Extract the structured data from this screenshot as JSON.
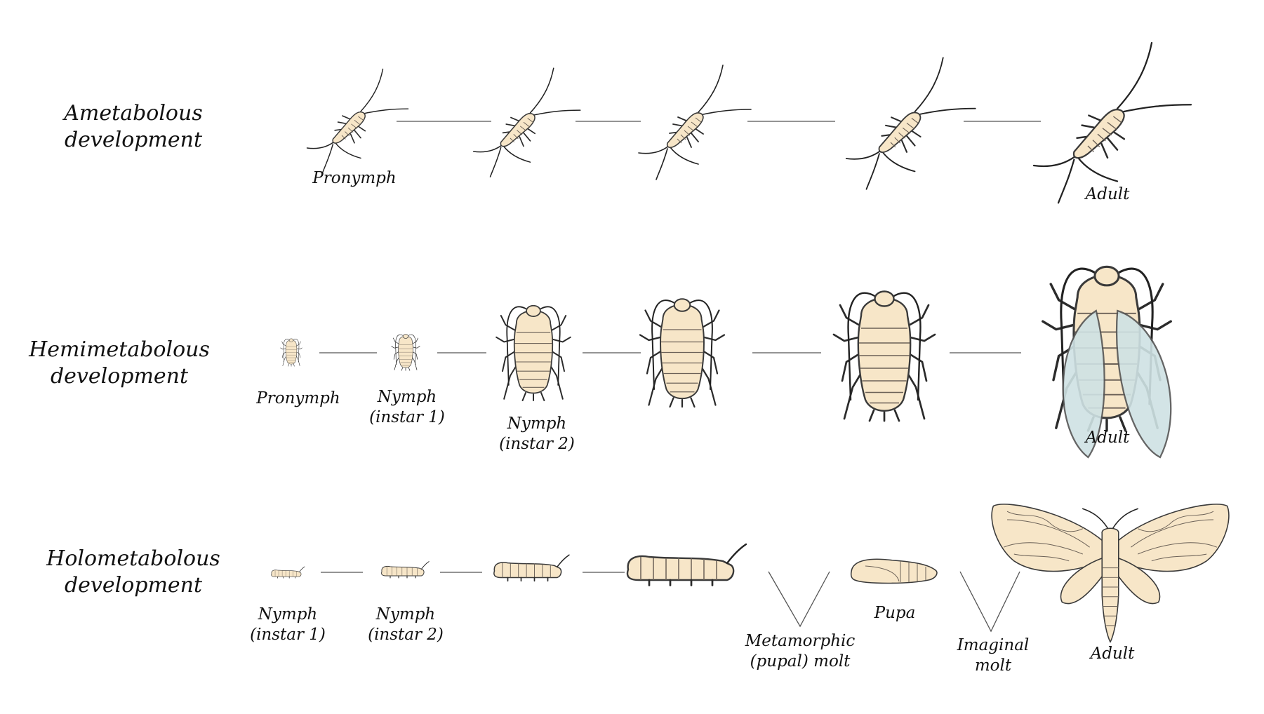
{
  "rows": {
    "ametabolous": {
      "title_line1": "Ametabolous",
      "title_line2": "development",
      "labels": {
        "pronymph": "Pronymph",
        "adult": "Adult"
      }
    },
    "hemimetabolous": {
      "title_line1": "Hemimetabolous",
      "title_line2": "development",
      "labels": {
        "pronymph": "Pronymph",
        "nymph1_a": "Nymph",
        "nymph1_b": "(instar 1)",
        "nymph2_a": "Nymph",
        "nymph2_b": "(instar 2)",
        "adult": "Adult"
      }
    },
    "holometabolous": {
      "title_line1": "Holometabolous",
      "title_line2": "development",
      "labels": {
        "nymph1_a": "Nymph",
        "nymph1_b": "(instar 1)",
        "nymph2_a": "Nymph",
        "nymph2_b": "(instar 2)",
        "molt1_a": "Metamorphic",
        "molt1_b": "(pupal) molt",
        "pupa": "Pupa",
        "molt2_a": "Imaginal",
        "molt2_b": "molt",
        "adult": "Adult"
      }
    }
  },
  "colors": {
    "body": "#f7e6c8",
    "outline": "#3a3a3a",
    "wing": "#cfe2e4",
    "connector": "#555555"
  },
  "icons": [
    "silverfish-icon",
    "cockroach-icon",
    "caterpillar-icon",
    "pupa-icon",
    "moth-icon"
  ]
}
